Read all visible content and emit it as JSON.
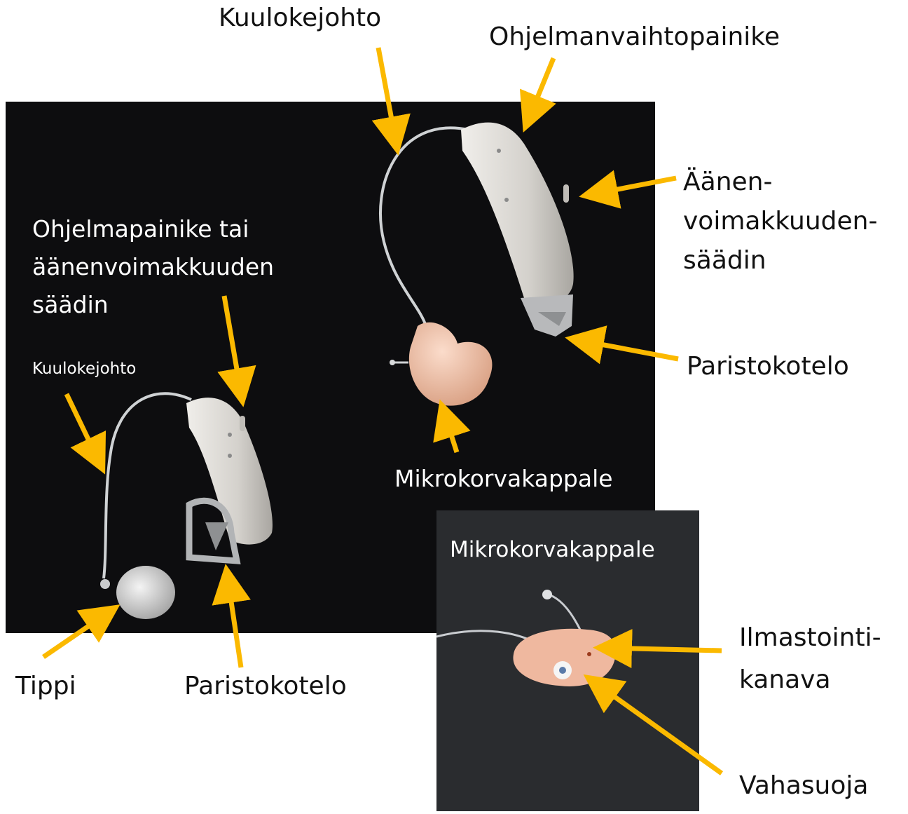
{
  "labels": {
    "top_receiver": "Kuulokejohto",
    "program_switch": "Ohjelmanvaihtopainike",
    "volume_control": "Äänen-\nvoimakkuuden-\nsäädin",
    "left_control": "Ohjelmapainike tai\näänenvoimakkuuden\nsäädin",
    "left_receiver": "Kuulokejohto",
    "battery_right": "Paristokotelo",
    "micro_mould": "Mikrokorvakappale",
    "tip": "Tippi",
    "battery_left": "Paristokotelo",
    "inset_title": "Mikrokorvakappale",
    "vent": "Ilmastointi-\nkanava",
    "wax_guard": "Vahasuoja"
  },
  "colors": {
    "arrow": "#fbb900",
    "background": "#ffffff",
    "photo_background": "#0d0d0f",
    "inset_background": "#2a2c2f",
    "device_shell": "#d9d6d1",
    "ear_mould": "#f1c5ad"
  }
}
